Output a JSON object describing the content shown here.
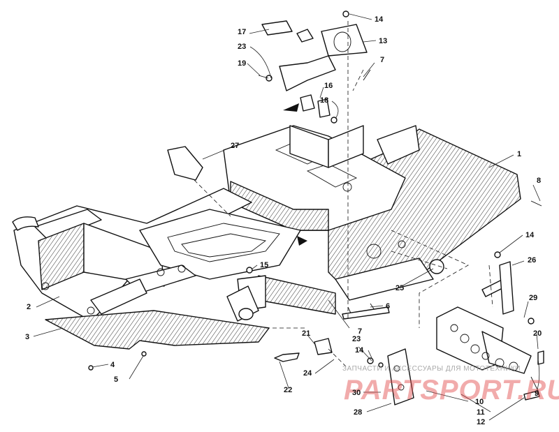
{
  "callouts": {
    "c1": "1",
    "c2": "2",
    "c3": "3",
    "c4": "4",
    "c5": "5",
    "c6": "6",
    "c7a": "7",
    "c7b": "7",
    "c8": "8",
    "c9": "9",
    "c10": "10",
    "c11": "11",
    "c12": "12",
    "c13": "13",
    "c14a": "14",
    "c14b": "14",
    "c14c": "14",
    "c15": "15",
    "c16": "16",
    "c17": "17",
    "c18": "18",
    "c19": "19",
    "c20": "20",
    "c21": "21",
    "c22": "22",
    "c23a": "23",
    "c23b": "23",
    "c24": "24",
    "c25": "25",
    "c26": "26",
    "c27": "27",
    "c28": "28",
    "c29": "29",
    "c30": "30"
  },
  "watermark": {
    "tagline": "ЗАПЧАСТИ И АКСЕССУАРЫ ДЛЯ МОТОТЕХНИКИ",
    "logo": "PARTSPORT.RU",
    "color": "#e04a4a"
  }
}
